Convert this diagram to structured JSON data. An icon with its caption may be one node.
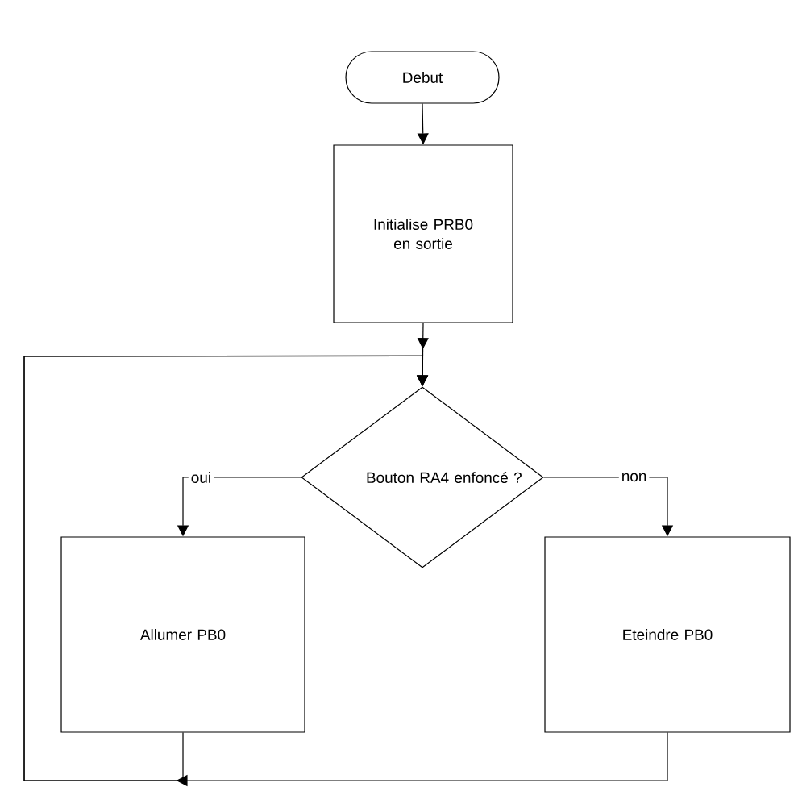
{
  "diagram": {
    "nodes": [
      {
        "text": [
          "Debut"
        ]
      },
      {
        "text": [
          "Initialise PRB0 en sortie"
        ]
      },
      {
        "text": [
          "Bouton RA4 enfoncé ?"
        ]
      },
      {
        "text": [
          "Allumer PB0"
        ]
      },
      {
        "text": [
          "Eteindre PB0"
        ]
      }
    ],
    "edges": [
      {
        "from": 0,
        "to": 1,
        "arrow": "to"
      },
      {
        "from": 1,
        "to": 2,
        "arrow": "to"
      },
      {
        "from": 2,
        "to": 3,
        "arrow": "to",
        "label": "oui"
      },
      {
        "from": 2,
        "to": 4,
        "arrow": "to",
        "label": "non"
      },
      {
        "from": 3,
        "to": 2,
        "arrow": "to"
      },
      {
        "from": 4,
        "to": 2,
        "arrow": "to"
      }
    ]
  }
}
